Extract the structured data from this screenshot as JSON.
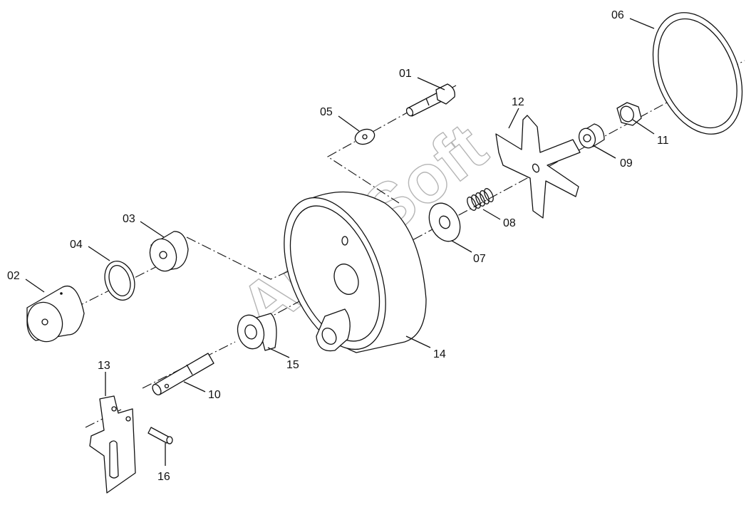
{
  "watermark": "AutoSoft",
  "callouts": {
    "c01": "01",
    "c02": "02",
    "c03": "03",
    "c04": "04",
    "c05": "05",
    "c06": "06",
    "c07": "07",
    "c08": "08",
    "c09": "09",
    "c10": "10",
    "c11": "11",
    "c12": "12",
    "c13": "13",
    "c14": "14",
    "c15": "15",
    "c16": "16"
  }
}
